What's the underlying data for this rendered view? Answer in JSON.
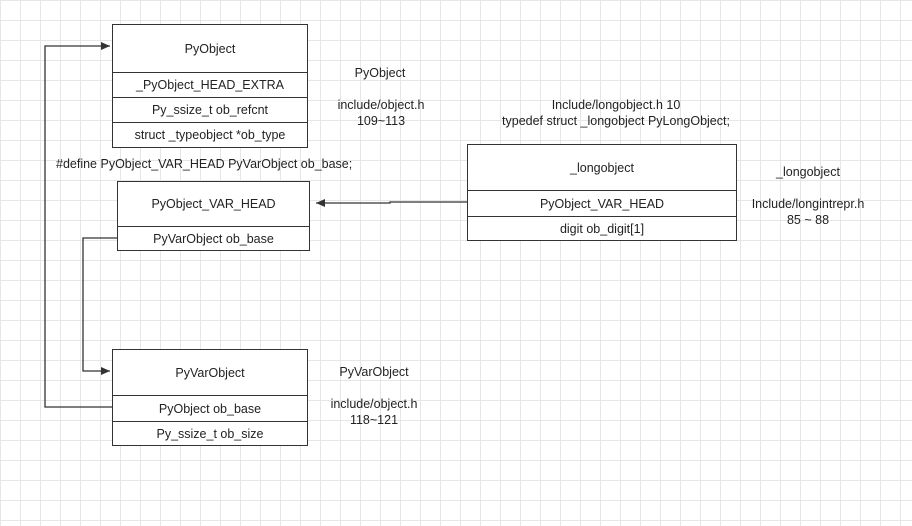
{
  "structs": {
    "pyobject": {
      "header": "PyObject",
      "fields": [
        "_PyObject_HEAD_EXTRA",
        "Py_ssize_t ob_refcnt",
        "struct _typeobject *ob_type"
      ]
    },
    "pyobject_var_head": {
      "header": "PyObject_VAR_HEAD",
      "fields": [
        "PyVarObject ob_base"
      ]
    },
    "longobject": {
      "header": "_longobject",
      "fields": [
        "PyObject_VAR_HEAD",
        "digit ob_digit[1]"
      ]
    },
    "pyvarobject": {
      "header": "PyVarObject",
      "fields": [
        "PyObject ob_base",
        "Py_ssize_t ob_size"
      ]
    }
  },
  "annotations": {
    "pyobject": {
      "name": "PyObject",
      "file": "include/object.h",
      "lines": "109~113"
    },
    "define": "#define PyObject_VAR_HEAD PyVarObject ob_base;",
    "longobject_typedef": {
      "file": "Include/longobject.h 10",
      "code": "typedef struct _longobject PyLongObject;"
    },
    "longobject": {
      "name": "_longobject",
      "file": "Include/longintrepr.h",
      "lines": "85 ~ 88"
    },
    "pyvarobject": {
      "name": "PyVarObject",
      "file": "include/object.h",
      "lines": "118~121"
    }
  },
  "colors": {
    "line": "#333333",
    "grid": "#e6e6e6",
    "background": "#ffffff"
  }
}
